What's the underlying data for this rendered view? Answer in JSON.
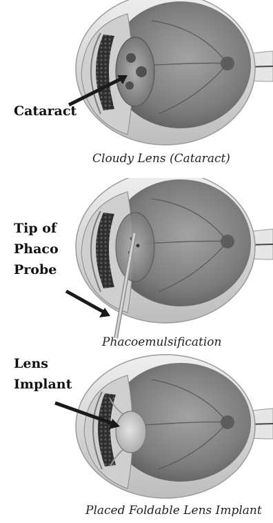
{
  "panels": [
    {
      "label_lines": [
        "Cataract"
      ],
      "caption": "Cloudy Lens (Cataract)",
      "lens_state": "cloudy"
    },
    {
      "label_lines": [
        "Tip of",
        "Phaco",
        "Probe"
      ],
      "caption": "Phacoemulsification",
      "lens_state": "emulsifying"
    },
    {
      "label_lines": [
        "Lens",
        "Implant"
      ],
      "caption": "Placed Foldable Lens Implant",
      "lens_state": "implant"
    }
  ],
  "colors": {
    "sclera": "#d8d8d8",
    "retina": "#8a8a8a",
    "iris": "#3a3a3a",
    "lens_cloudy": "#9a9a9a",
    "lens_clear": "#c9c9c9",
    "arrow": "#1a1a1a",
    "probe": "#b5b5b5"
  }
}
